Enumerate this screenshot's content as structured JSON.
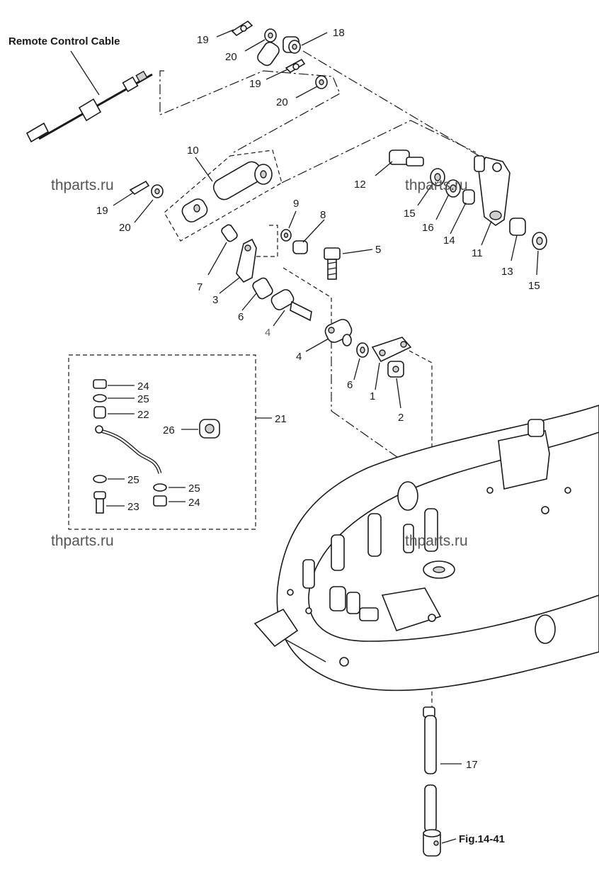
{
  "caption_remote": "Remote Control Cable",
  "caption_fig": "Fig.14-41",
  "watermark": "thparts.ru",
  "labels": {
    "l1": "1",
    "l2": "2",
    "l3": "3",
    "l4a": "4",
    "l4b": "4",
    "l5": "5",
    "l6a": "6",
    "l6b": "6",
    "l7": "7",
    "l8": "8",
    "l9": "9",
    "l10": "10",
    "l11": "11",
    "l12": "12",
    "l13": "13",
    "l14": "14",
    "l15a": "15",
    "l15b": "15",
    "l16": "16",
    "l17": "17",
    "l18": "18",
    "l19a": "19",
    "l19b": "19",
    "l19c": "19",
    "l20a": "20",
    "l20b": "20",
    "l20c": "20",
    "l21": "21",
    "l22": "22",
    "l23": "23",
    "l24a": "24",
    "l24b": "24",
    "l25a": "25",
    "l25b": "25",
    "l25c": "25",
    "l26": "26"
  }
}
